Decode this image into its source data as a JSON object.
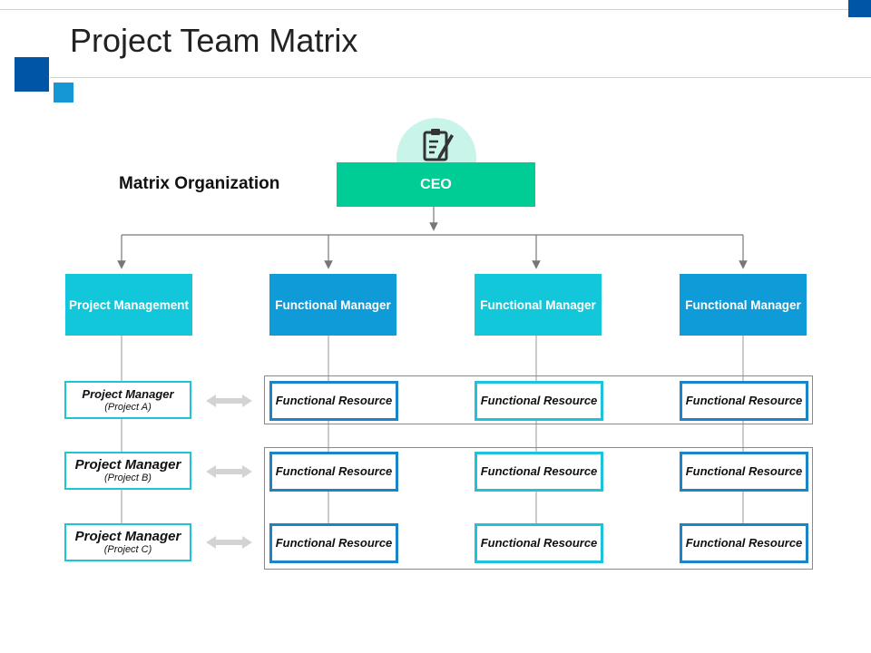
{
  "title": "Project Team Matrix",
  "section_label": "Matrix Organization",
  "ceo": {
    "label": "CEO",
    "icon": "clipboard-check-icon",
    "color": "#00cc96",
    "icon_bg": "#c8f4ea"
  },
  "heads": [
    {
      "label": "Project Management",
      "color": "#12c7d9"
    },
    {
      "label": "Functional Manager",
      "color": "#0f9ad8"
    },
    {
      "label": "Functional Manager",
      "color": "#12c7d9"
    },
    {
      "label": "Functional Manager",
      "color": "#0f9ad8"
    }
  ],
  "project_managers": [
    {
      "title": "Project Manager",
      "project": "(Project A)"
    },
    {
      "title": "Project Manager",
      "project": "(Project B)"
    },
    {
      "title": "Project Manager",
      "project": "(Project C)"
    }
  ],
  "resource_label": "Functional Resource",
  "colors": {
    "dark_blue": "#0055a6",
    "mid_blue": "#0f9ad8",
    "cyan": "#12c7d9",
    "green": "#00cc96",
    "arrow_gray": "#d3d3d3",
    "line_gray": "#8a8a8a"
  }
}
